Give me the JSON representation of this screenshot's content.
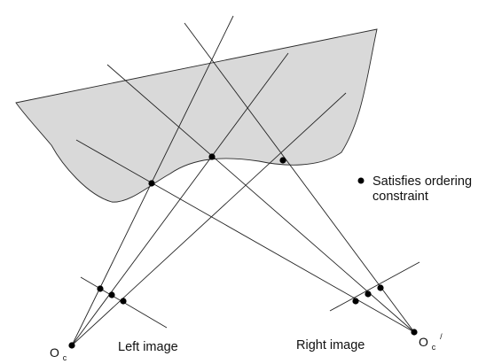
{
  "diagram": {
    "legend": {
      "text_line1": "Satisfies ordering",
      "text_line2": "constraint"
    },
    "images": {
      "left_label": "Left image",
      "right_label": "Right image"
    },
    "cameras": {
      "left_main": "O",
      "left_sub": "c",
      "right_main": "O",
      "right_sub": "c",
      "right_prime": "/"
    }
  }
}
